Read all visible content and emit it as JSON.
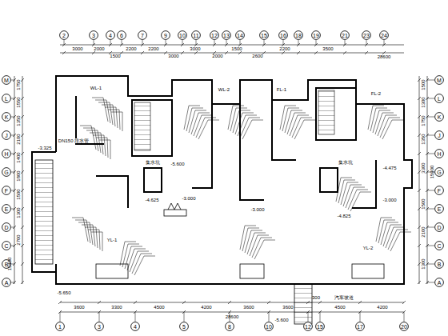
{
  "diagram": {
    "nodes": [
      {
        "text": [
          "2"
        ]
      },
      {
        "text": [
          "3"
        ]
      },
      {
        "text": [
          "4"
        ]
      },
      {
        "text": [
          "6"
        ]
      },
      {
        "text": [
          "7"
        ]
      },
      {
        "text": [
          "9"
        ]
      },
      {
        "text": [
          "10"
        ]
      },
      {
        "text": [
          "11"
        ]
      },
      {
        "text": [
          "12"
        ]
      },
      {
        "text": [
          "13"
        ]
      },
      {
        "text": [
          "14"
        ]
      },
      {
        "text": [
          "15"
        ]
      },
      {
        "text": [
          "16"
        ]
      },
      {
        "text": [
          "18"
        ]
      },
      {
        "text": [
          "19"
        ]
      },
      {
        "text": [
          "21"
        ]
      },
      {
        "text": [
          "23"
        ]
      },
      {
        "text": [
          "24"
        ]
      },
      {
        "text": [
          "1"
        ]
      },
      {
        "text": [
          "3"
        ]
      },
      {
        "text": [
          "4"
        ]
      },
      {
        "text": [
          "5"
        ]
      },
      {
        "text": [
          "8"
        ]
      },
      {
        "text": [
          "10"
        ]
      },
      {
        "text": [
          "12"
        ]
      },
      {
        "text": [
          "15"
        ]
      },
      {
        "text": [
          "17"
        ]
      },
      {
        "text": [
          "20"
        ]
      },
      {
        "text": [
          "M"
        ]
      },
      {
        "text": [
          "L"
        ]
      },
      {
        "text": [
          "K"
        ]
      },
      {
        "text": [
          "J"
        ]
      },
      {
        "text": [
          "H"
        ]
      },
      {
        "text": [
          "G"
        ]
      },
      {
        "text": [
          "F"
        ]
      },
      {
        "text": [
          "E"
        ]
      },
      {
        "text": [
          "D"
        ]
      },
      {
        "text": [
          "C"
        ]
      },
      {
        "text": [
          "B"
        ]
      },
      {
        "text": [
          "A"
        ]
      },
      {
        "text": [
          "M"
        ]
      },
      {
        "text": [
          "L"
        ]
      },
      {
        "text": [
          "K"
        ]
      },
      {
        "text": [
          "J"
        ]
      },
      {
        "text": [
          "H"
        ]
      },
      {
        "text": [
          "G"
        ]
      },
      {
        "text": [
          "F"
        ]
      },
      {
        "text": [
          "E"
        ]
      },
      {
        "text": [
          "D"
        ]
      },
      {
        "text": [
          "C"
        ]
      },
      {
        "text": [
          "B"
        ]
      },
      {
        "text": [
          "A"
        ]
      }
    ],
    "labels": [
      "3000",
      "2000",
      "1500",
      "2200",
      "2200",
      "3000",
      "3000",
      "2000",
      "1500",
      "2600",
      "2200",
      "3500",
      "28600",
      "3600",
      "3300",
      "4500",
      "4200",
      "3600",
      "3600",
      "300",
      "4500",
      "4200",
      "28600",
      "1750",
      "1550",
      "1350",
      "2100",
      "1400",
      "1800",
      "1500",
      "1300",
      "2700",
      "15400",
      "1500",
      "1300",
      "1750",
      "1350",
      "3300",
      "1500",
      "2100",
      "1300",
      "15900",
      "-3.325",
      "-5.650",
      "-3.000",
      "-4.625",
      "-5.600",
      "-3.000",
      "-4.825",
      "-3.000",
      "-4.475",
      "-5.600",
      "DN150 排水管",
      "集水坑",
      "集水坑",
      "汽车坡道",
      "WL-1",
      "WL-2",
      "FL-1",
      "FL-2",
      "YL-1",
      "YL-2"
    ]
  }
}
